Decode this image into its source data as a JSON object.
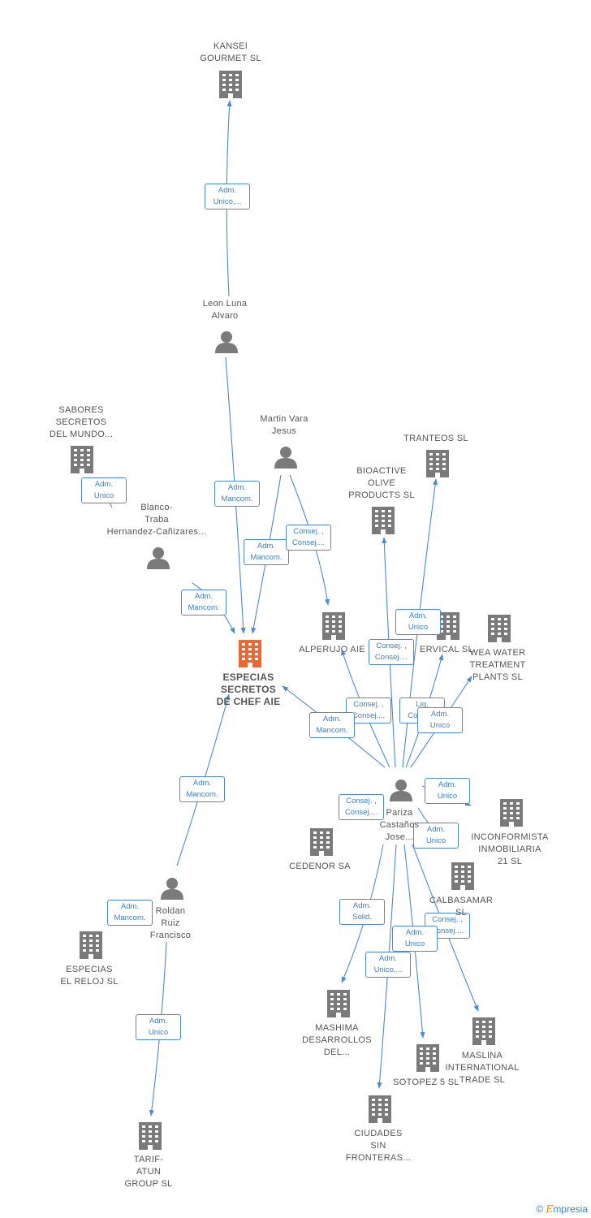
{
  "colors": {
    "edge": "#4a8ad8",
    "node": "#7a7a7a",
    "focus_node": "#f0662f",
    "label_text": "#555555",
    "rel_text": "#3d7fd1"
  },
  "nodes": [
    {
      "id": "kansei",
      "type": "company",
      "label": "KANSEI\nGOURMET  SL",
      "icon": "building-icon"
    },
    {
      "id": "leon",
      "type": "person",
      "label": "Leon Luna\nAlvaro",
      "icon": "person-icon"
    },
    {
      "id": "sabores",
      "type": "company",
      "label": "SABORES\nSECRETOS\nDEL MUNDO...",
      "icon": "building-icon"
    },
    {
      "id": "martin",
      "type": "person",
      "label": "Martin Vara\nJesus",
      "icon": "person-icon"
    },
    {
      "id": "tranteos",
      "type": "company",
      "label": "TRANTEOS  SL",
      "icon": "building-icon"
    },
    {
      "id": "bioactive",
      "type": "company",
      "label": "BIOACTIVE\nOLIVE\nPRODUCTS  SL",
      "icon": "building-icon"
    },
    {
      "id": "blanco",
      "type": "person",
      "label": "Blanco-\nTraba\nHernandez-Cañizares...",
      "icon": "person-icon"
    },
    {
      "id": "alperujo",
      "type": "company",
      "label": "ALPERUJO AIE",
      "icon": "building-icon"
    },
    {
      "id": "cervical",
      "type": "company",
      "label": "ERVICAL SL",
      "icon": "building-icon"
    },
    {
      "id": "wea",
      "type": "company",
      "label": "WEA WATER\nTREATMENT\nPLANTS  SL",
      "icon": "building-icon"
    },
    {
      "id": "especias_chef",
      "type": "focus",
      "label": "ESPECIAS\nSECRETOS\nDE CHEF AIE",
      "icon": "building-icon"
    },
    {
      "id": "pariza",
      "type": "person",
      "label": "Pariza\nCastaños\nJose...",
      "icon": "person-icon"
    },
    {
      "id": "inconformista",
      "type": "company",
      "label": "INCONFORMISTA\nINMOBILIARIA\n21  SL",
      "icon": "building-icon"
    },
    {
      "id": "cedenor",
      "type": "company",
      "label": "CEDENOR SA",
      "icon": "building-icon"
    },
    {
      "id": "calbasamar",
      "type": "company",
      "label": "CALBASAMAR\nSL",
      "icon": "building-icon"
    },
    {
      "id": "roldan",
      "type": "person",
      "label": "Roldan\nRuiz\nFrancisco",
      "icon": "person-icon"
    },
    {
      "id": "especias_reloj",
      "type": "company",
      "label": "ESPECIAS\nEL RELOJ  SL",
      "icon": "building-icon"
    },
    {
      "id": "mashima",
      "type": "company",
      "label": "MASHIMA\nDESARROLLOS\nDEL...",
      "icon": "building-icon"
    },
    {
      "id": "maslina",
      "type": "company",
      "label": "MASLINA\nINTERNATIONAL\nTRADE  SL",
      "icon": "building-icon"
    },
    {
      "id": "sotopez",
      "type": "company",
      "label": "SOTOPEZ 5 SL",
      "icon": "building-icon"
    },
    {
      "id": "ciudades",
      "type": "company",
      "label": "CIUDADES\nSIN\nFRONTERAS...",
      "icon": "building-icon"
    },
    {
      "id": "tarif",
      "type": "company",
      "label": "TARIF-\nATUN\nGROUP  SL",
      "icon": "building-icon"
    }
  ],
  "edges": [
    {
      "from": "leon",
      "to": "kansei",
      "label": "Adm.\nUnico,..."
    },
    {
      "from": "leon",
      "to": "especias_chef",
      "label": "Adm.\nMancom."
    },
    {
      "from": "blanco",
      "to": "sabores",
      "label": "Adm.\nUnico"
    },
    {
      "from": "martin",
      "to": "especias_chef",
      "label": "Adm.\nMancom."
    },
    {
      "from": "martin",
      "to": "alperujo",
      "label": "Consej. ,\nConsej...."
    },
    {
      "from": "blanco",
      "to": "especias_chef",
      "label": "Adm.\nMancom."
    },
    {
      "from": "pariza",
      "to": "tranteos",
      "label": "Adm.\nUnico"
    },
    {
      "from": "pariza",
      "to": "bioactive",
      "label": "Consej. ,\nConsej...."
    },
    {
      "from": "pariza",
      "to": "alperujo",
      "label": "Consej. ,\nConsej...."
    },
    {
      "from": "pariza",
      "to": "cervical",
      "label": "Liq.\nConcu..."
    },
    {
      "from": "pariza",
      "to": "wea",
      "label": "Adm.\nUnico"
    },
    {
      "from": "pariza",
      "to": "especias_chef",
      "label": "Adm.\nMancom."
    },
    {
      "from": "pariza",
      "to": "inconformista",
      "label": "Adm.\nUnico"
    },
    {
      "from": "pariza",
      "to": "cedenor",
      "label": "Consej. ,\nConsej...."
    },
    {
      "from": "pariza",
      "to": "calbasamar",
      "label": "Adm.\nUnico"
    },
    {
      "from": "pariza",
      "to": "mashima",
      "label": "Adm.\nSolid."
    },
    {
      "from": "pariza",
      "to": "maslina",
      "label": "Consej. ,\nConsej...."
    },
    {
      "from": "pariza",
      "to": "sotopez",
      "label": "Adm.\nUnico"
    },
    {
      "from": "pariza",
      "to": "ciudades",
      "label": "Adm.\nUnico,..."
    },
    {
      "from": "roldan",
      "to": "especias_chef",
      "label": "Adm.\nMancom."
    },
    {
      "from": "roldan",
      "to": "especias_reloj",
      "label": "Adm.\nMancom."
    },
    {
      "from": "roldan",
      "to": "tarif",
      "label": "Adm.\nUnico"
    }
  ],
  "copyright": {
    "symbol": "©",
    "brand_initial": "E",
    "brand_rest": "mpresia"
  }
}
